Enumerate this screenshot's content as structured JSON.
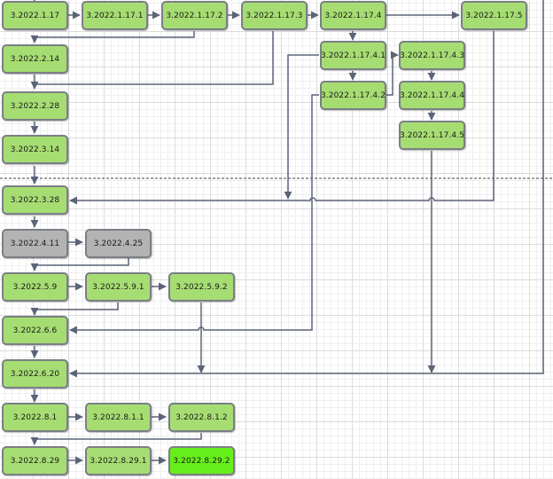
{
  "colors": {
    "default": "#a6dd72",
    "inactive": "#b3b3b3",
    "current": "#66ee1a",
    "edge": "#5b6478"
  },
  "nodes": {
    "n1_17": {
      "label": "3.2022.1.17",
      "state": "default"
    },
    "n1_17_1": {
      "label": "3.2022.1.17.1",
      "state": "default"
    },
    "n1_17_2": {
      "label": "3.2022.1.17.2",
      "state": "default"
    },
    "n1_17_3": {
      "label": "3.2022.1.17.3",
      "state": "default"
    },
    "n1_17_4": {
      "label": "3.2022.1.17.4",
      "state": "default"
    },
    "n1_17_5": {
      "label": "3.2022.1.17.5",
      "state": "default"
    },
    "n1_17_4_1": {
      "label": "3.2022.1.17.4.1",
      "state": "default"
    },
    "n1_17_4_2": {
      "label": "3.2022.1.17.4.2",
      "state": "default"
    },
    "n1_17_4_3": {
      "label": "3.2022.1.17.4.3",
      "state": "default"
    },
    "n1_17_4_4": {
      "label": "3.2022.1.17.4.4",
      "state": "default"
    },
    "n1_17_4_5": {
      "label": "3.2022.1.17.4.5",
      "state": "default"
    },
    "n2_14": {
      "label": "3.2022.2.14",
      "state": "default"
    },
    "n2_28": {
      "label": "3.2022.2.28",
      "state": "default"
    },
    "n3_14": {
      "label": "3.2022.3.14",
      "state": "default"
    },
    "n3_28": {
      "label": "3.2022.3.28",
      "state": "default"
    },
    "n4_11": {
      "label": "3.2022.4.11",
      "state": "inactive"
    },
    "n4_25": {
      "label": "3.2022.4.25",
      "state": "inactive"
    },
    "n5_9": {
      "label": "3.2022.5.9",
      "state": "default"
    },
    "n5_9_1": {
      "label": "3.2022.5.9.1",
      "state": "default"
    },
    "n5_9_2": {
      "label": "3.2022.5.9.2",
      "state": "default"
    },
    "n6_6": {
      "label": "3.2022.6.6",
      "state": "default"
    },
    "n6_20": {
      "label": "3.2022.6.20",
      "state": "default"
    },
    "n8_1": {
      "label": "3.2022.8.1",
      "state": "default"
    },
    "n8_1_1": {
      "label": "3.2022.8.1.1",
      "state": "default"
    },
    "n8_1_2": {
      "label": "3.2022.8.1.2",
      "state": "default"
    },
    "n8_29": {
      "label": "3.2022.8.29",
      "state": "default"
    },
    "n8_29_1": {
      "label": "3.2022.8.29.1",
      "state": "default"
    },
    "n8_29_2": {
      "label": "3.2022.8.29.2",
      "state": "current"
    }
  },
  "edges": [
    [
      "n1_17",
      "n1_17_1"
    ],
    [
      "n1_17_1",
      "n1_17_2"
    ],
    [
      "n1_17_2",
      "n1_17_3"
    ],
    [
      "n1_17_3",
      "n1_17_4"
    ],
    [
      "n1_17_4",
      "n1_17_5"
    ],
    [
      "n1_17_4",
      "n1_17_4_1"
    ],
    [
      "n1_17_4_1",
      "n1_17_4_2"
    ],
    [
      "n1_17_4_2",
      "n1_17_4_3"
    ],
    [
      "n1_17_4_3",
      "n1_17_4_4"
    ],
    [
      "n1_17_4_4",
      "n1_17_4_5"
    ],
    [
      "n1_17_2",
      "n2_14"
    ],
    [
      "n2_14",
      "n2_28"
    ],
    [
      "n1_17_3",
      "n2_28"
    ],
    [
      "n2_28",
      "n3_14"
    ],
    [
      "n3_14",
      "n3_28"
    ],
    [
      "n1_17_5",
      "n3_28"
    ],
    [
      "n1_17_4_1",
      "n3_28"
    ],
    [
      "n3_28",
      "n4_11"
    ],
    [
      "n4_11",
      "n4_25"
    ],
    [
      "n4_25",
      "n5_9"
    ],
    [
      "n5_9",
      "n5_9_1"
    ],
    [
      "n5_9_1",
      "n5_9_2"
    ],
    [
      "n5_9_1",
      "n6_6"
    ],
    [
      "n1_17_4_2",
      "n6_6"
    ],
    [
      "n6_6",
      "n6_20"
    ],
    [
      "n5_9_2",
      "n6_20"
    ],
    [
      "n1_17_4_5",
      "n6_20"
    ],
    [
      "offscreen",
      "n6_20"
    ],
    [
      "n6_20",
      "n8_1"
    ],
    [
      "n8_1",
      "n8_1_1"
    ],
    [
      "n8_1_1",
      "n8_1_2"
    ],
    [
      "n8_1_2",
      "n8_29"
    ],
    [
      "n8_29",
      "n8_29_1"
    ],
    [
      "n8_29_1",
      "n8_29_2"
    ]
  ]
}
